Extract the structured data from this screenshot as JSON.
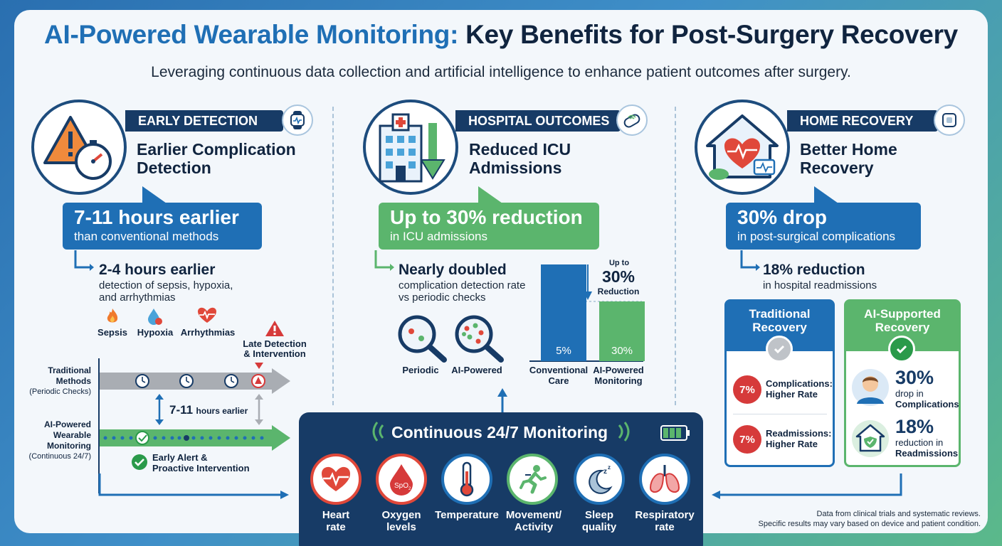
{
  "title": {
    "part1": "AI-Powered Wearable Monitoring:",
    "part2": "Key Benefits for Post-Surgery Recovery"
  },
  "subtitle": "Leveraging continuous data collection and artificial intelligence to enhance patient outcomes after surgery.",
  "early": {
    "header": "EARLY DETECTION",
    "title_line1": "Earlier Complication",
    "title_line2": "Detection",
    "callout_big": "7-11 hours earlier",
    "callout_small": "than conventional methods",
    "sub_head": "2-4 hours earlier",
    "sub_text1": "detection of sepsis, hypoxia,",
    "sub_text2": "and arrhythmias",
    "conditions": [
      "Sepsis",
      "Hypoxia",
      "Arrhythmias"
    ],
    "late_label1": "Late Detection",
    "late_label2": "& Intervention",
    "trad_label": [
      "Traditional",
      "Methods"
    ],
    "trad_sub": "(Periodic Checks)",
    "ai_label": [
      "AI-Powered",
      "Wearable",
      "Monitoring"
    ],
    "ai_sub": "(Continuous 24/7)",
    "gap_value": "7-11",
    "gap_unit": "hours earlier",
    "alert_line1": "Early Alert &",
    "alert_line2": "Proactive Intervention"
  },
  "hospital": {
    "header": "HOSPITAL OUTCOMES",
    "title_line1": "Reduced ICU",
    "title_line2": "Admissions",
    "callout_big": "Up to 30% reduction",
    "callout_small": "in ICU admissions",
    "sub_head": "Nearly doubled",
    "sub_text1": "complication detection rate",
    "sub_text2": "vs periodic checks",
    "magnifiers": [
      "Periodic",
      "AI-Powered"
    ]
  },
  "chart_data": {
    "type": "bar",
    "categories": [
      "Conventional Care",
      "AI-Powered Monitoring"
    ],
    "values": [
      5,
      30
    ],
    "value_labels": [
      "5%",
      "30%"
    ],
    "annotation_top": "Up to",
    "annotation_value": "30%",
    "annotation_bottom": "Reduction",
    "colors": [
      "#1f6fb5",
      "#5bb56d"
    ]
  },
  "home": {
    "header": "HOME RECOVERY",
    "title_line1": "Better Home",
    "title_line2": "Recovery",
    "callout_big": "30% drop",
    "callout_small": "in post-surgical complications",
    "sub_head": "18% reduction",
    "sub_text": "in hospital readmissions",
    "trad_head": [
      "Traditional",
      "Recovery"
    ],
    "trad_rows": [
      {
        "pct": "7%",
        "line1": "Complications:",
        "line2": "Higher Rate"
      },
      {
        "pct": "7%",
        "line1": "Readmissions:",
        "line2": "Higher Rate"
      }
    ],
    "ai_head": [
      "AI-Supported",
      "Recovery"
    ],
    "ai_rows": [
      {
        "pct": "30%",
        "line1": "drop in",
        "line2": "Complications"
      },
      {
        "pct": "18%",
        "line1": "reduction in",
        "line2": "Readmissions"
      }
    ]
  },
  "monitoring": {
    "title": "Continuous 24/7 Monitoring",
    "vitals": [
      {
        "l1": "Heart",
        "l2": "rate",
        "icon": "heart-icon"
      },
      {
        "l1": "Oxygen",
        "l2": "levels",
        "icon": "oxygen-drop-icon"
      },
      {
        "l1": "Temperature",
        "l2": "",
        "icon": "thermometer-icon"
      },
      {
        "l1": "Movement/",
        "l2": "Activity",
        "icon": "running-icon"
      },
      {
        "l1": "Sleep",
        "l2": "quality",
        "icon": "moon-icon"
      },
      {
        "l1": "Respiratory",
        "l2": "rate",
        "icon": "lungs-icon"
      }
    ],
    "spo2": "SpO"
  },
  "footnote": {
    "line1": "Data from clinical trials and systematic reviews.",
    "line2": "Specific results may vary based on device and patient condition."
  },
  "colors": {
    "navy": "#173b66",
    "blue": "#1f6fb5",
    "green": "#5bb56d",
    "red": "#d63a3a"
  }
}
